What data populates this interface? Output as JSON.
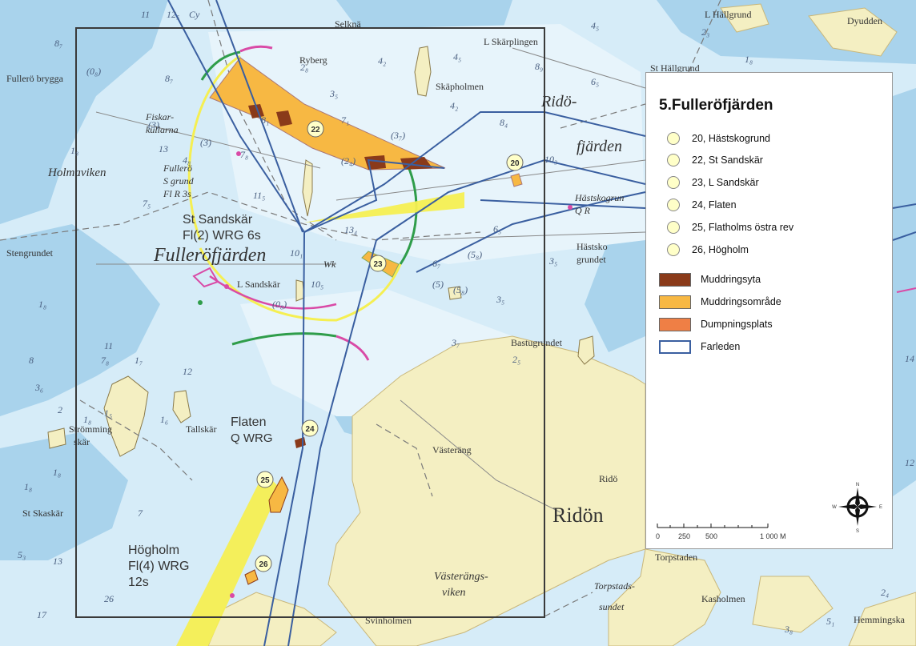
{
  "legend": {
    "title": "5.Fulleröfjärden",
    "sites": [
      {
        "label": "20, Hästskogrund"
      },
      {
        "label": "22, St Sandskär"
      },
      {
        "label": "23, L Sandskär"
      },
      {
        "label": "24, Flaten"
      },
      {
        "label": "25, Flatholms östra rev"
      },
      {
        "label": "26, Högholm"
      }
    ],
    "layers": [
      {
        "label": "Muddringsyta",
        "color": "#8a3a1a"
      },
      {
        "label": "Muddringsområde",
        "color": "#f7b843"
      },
      {
        "label": "Dumpningsplats",
        "color": "#ef7f45"
      },
      {
        "label": "Farleden",
        "color": "#3a5fa0"
      }
    ],
    "scale": {
      "t0": "0",
      "t1": "250",
      "t2": "500",
      "t3": "1 000 M"
    },
    "compass": {
      "n": "N",
      "s": "S",
      "e": "E",
      "w": "W"
    }
  },
  "markers": {
    "m20": "20",
    "m22": "22",
    "m23": "23",
    "m24": "24",
    "m25": "25",
    "m26": "26"
  },
  "places": {
    "fullero_brygga": "Fullerö brygga",
    "holmaviken": "Holmaviken",
    "stengrundet": "Stengrundet",
    "fiskarkullarna1": "Fiskar-",
    "fiskarkullarna2": "kullarna",
    "fullero_s1": "Fullerö",
    "fullero_s2": "S grund",
    "fullero_s3": "Fl R 3s",
    "st_sandskar": "St Sandskär",
    "st_sandskar_light": "Fl(2) WRG 6s",
    "fullerofjarden": "Fulleröfjärden",
    "l_sandskar": "L Sandskär",
    "strommingskar1": "Strömming",
    "strommingskar2": "skär",
    "tallskar": "Tallskär",
    "st_skaskar": "St Skaskär",
    "flaten": "Flaten",
    "flaten_light": "Q WRG",
    "hogholm": "Högholm",
    "hogholm_light1": "Fl(4) WRG",
    "hogholm_light2": "12s",
    "vasterang": "Västeräng",
    "vasterangsviken1": "Västerängs-",
    "vasterangsviken2": "viken",
    "svinholmen": "Svinholmen",
    "ridon": "Ridön",
    "rido": "Ridö",
    "ridofjarden1": "Ridö-",
    "ridofjarden2": "fjärden",
    "hastskogrund": "Hästskogrun",
    "hastskogrundet1": "Hästsko",
    "hastskogrundet2": "grundet",
    "bastugrundet": "Bastugrundet",
    "torpstaden": "Torpstaden",
    "torpstadssundet1": "Torpstads-",
    "torpstadssundet2": "sundet",
    "kasholmen": "Kasholmen",
    "hemmingsk": "Hemmingska",
    "skapholmen": "Skäpholmen",
    "ryberg": "Ryberg",
    "l_skarplingen": "L Skärplingen",
    "l_hallgrund": "L Hällgrund",
    "st_hallgrund": "St Hällgrund",
    "dyudden": "Dyudden",
    "selkna": "Selknä",
    "wk": "Wk",
    "qr": "Q R"
  }
}
